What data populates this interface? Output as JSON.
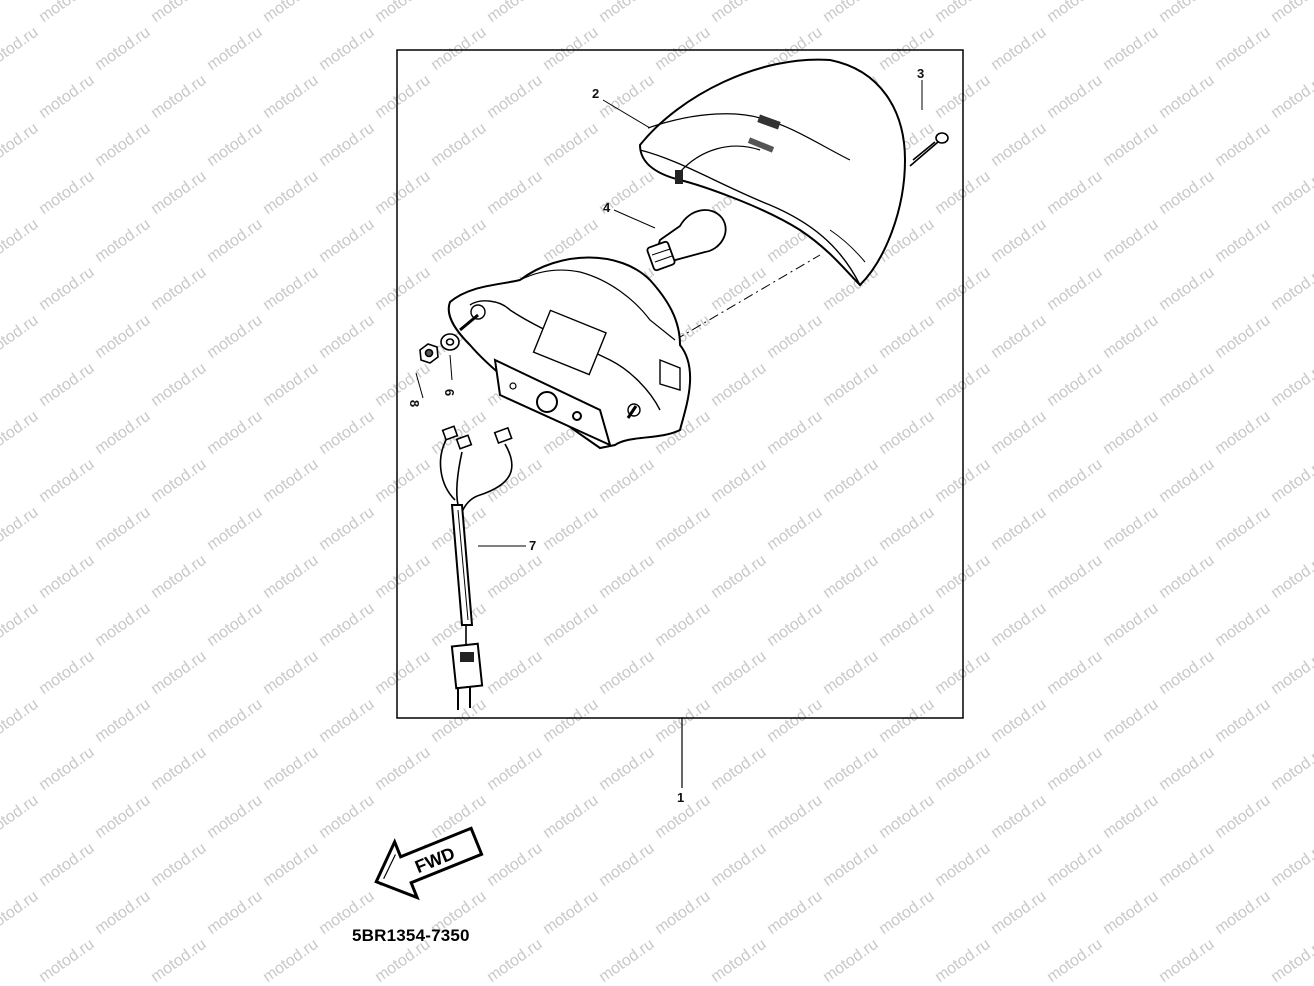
{
  "watermark": "motod.ru",
  "part_code": "5BR1354-7350",
  "arrow_text": "FWD",
  "callouts": {
    "c1": "1",
    "c2": "2",
    "c3": "3",
    "c4": "4",
    "c6": "6",
    "c7": "7",
    "c8": "8"
  },
  "colors": {
    "line": "#000000",
    "watermark": "#c8c8c8",
    "background": "#ffffff"
  }
}
